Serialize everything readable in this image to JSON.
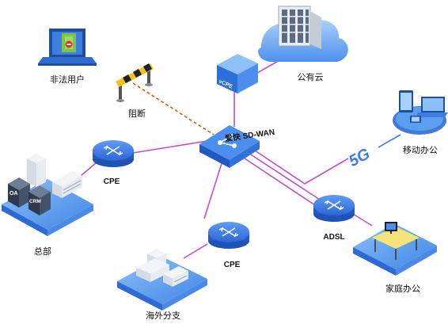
{
  "labels": {
    "illegal_user": "非法用户",
    "block": "阻断",
    "public_cloud": "公有云",
    "vcpe": "vCPE",
    "sdwan": "爱快 SD-WAN",
    "mobile_office": "移动办公",
    "hq": "总部",
    "cpe_hq": "CPE",
    "cpe_branch": "CPE",
    "adsl": "ADSL",
    "home_office": "家庭办公",
    "overseas_branch": "海外分支",
    "oa": "OA",
    "crm": "CRM",
    "fiveg": "5G"
  },
  "colors": {
    "link": "#c050c8",
    "blocked_link": "#d35b12",
    "device_blue": "#3a7de8",
    "platform_blue": "#5b9ff0"
  },
  "links": [
    "sdwan-public-cloud",
    "sdwan-cpe-hq",
    "sdwan-cpe-branch",
    "sdwan-adsl",
    "sdwan-mobile",
    "illegal-user-blocked"
  ]
}
